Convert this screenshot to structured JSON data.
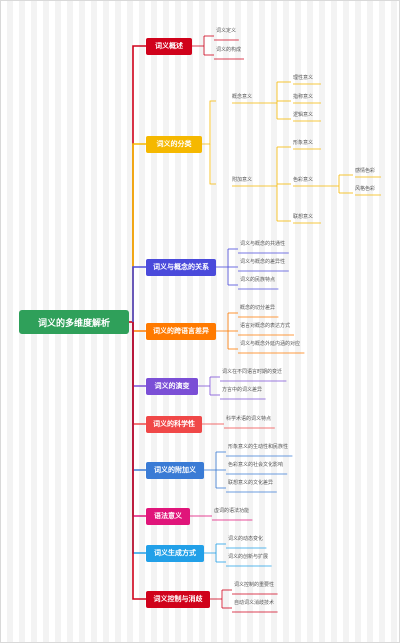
{
  "root": "词义的多维度解析",
  "branches": [
    {
      "label": "词义概述",
      "color": "#d0021b",
      "children": [
        {
          "label": "词义定义"
        },
        {
          "label": "词义的构成"
        }
      ]
    },
    {
      "label": "词义的分类",
      "color": "#f5b800",
      "children": [
        {
          "label": "概念意义",
          "children": [
            {
              "label": "理性意义"
            },
            {
              "label": "指称意义"
            },
            {
              "label": "逻辑意义"
            }
          ]
        },
        {
          "label": "附加意义",
          "children": [
            {
              "label": "形象意义"
            },
            {
              "label": "色彩意义",
              "children": [
                {
                  "label": "感情色彩"
                },
                {
                  "label": "风格色彩"
                }
              ]
            },
            {
              "label": "联想意义"
            }
          ]
        }
      ]
    },
    {
      "label": "词义与概念的关系",
      "color": "#4a4adb",
      "children": [
        {
          "label": "词义与概念的共通性"
        },
        {
          "label": "词义与概念的差异性"
        },
        {
          "label": "词义的民族特点"
        }
      ]
    },
    {
      "label": "词义的跨语言差异",
      "color": "#ff7a00",
      "children": [
        {
          "label": "概念的切分差异"
        },
        {
          "label": "语言对概念的表达方式"
        },
        {
          "label": "词义与概念外延内涵的对应"
        }
      ]
    },
    {
      "label": "词义的演变",
      "color": "#7b4fd6",
      "children": [
        {
          "label": "词义在不同语言时期的变迁"
        },
        {
          "label": "方言中的词义差异"
        }
      ]
    },
    {
      "label": "词义的科学性",
      "color": "#f04848",
      "children": [
        {
          "label": "科学术语的词义特点"
        }
      ]
    },
    {
      "label": "词义的附加义",
      "color": "#3a7bd5",
      "children": [
        {
          "label": "形象意义的生动性和民族性"
        },
        {
          "label": "色彩意义的社会文化影响"
        },
        {
          "label": "联想意义的文化差异"
        }
      ]
    },
    {
      "label": "语法意义",
      "color": "#e0157a",
      "children": [
        {
          "label": "虚词的语法功能"
        }
      ]
    },
    {
      "label": "词义生成方式",
      "color": "#22a0e8",
      "children": [
        {
          "label": "词义的动态变化"
        },
        {
          "label": "词义的创新与扩展"
        }
      ]
    },
    {
      "label": "词义控制与消歧",
      "color": "#d0021b",
      "children": [
        {
          "label": "词义控制的重要性"
        },
        {
          "label": "自动词义消歧技术"
        }
      ]
    }
  ]
}
